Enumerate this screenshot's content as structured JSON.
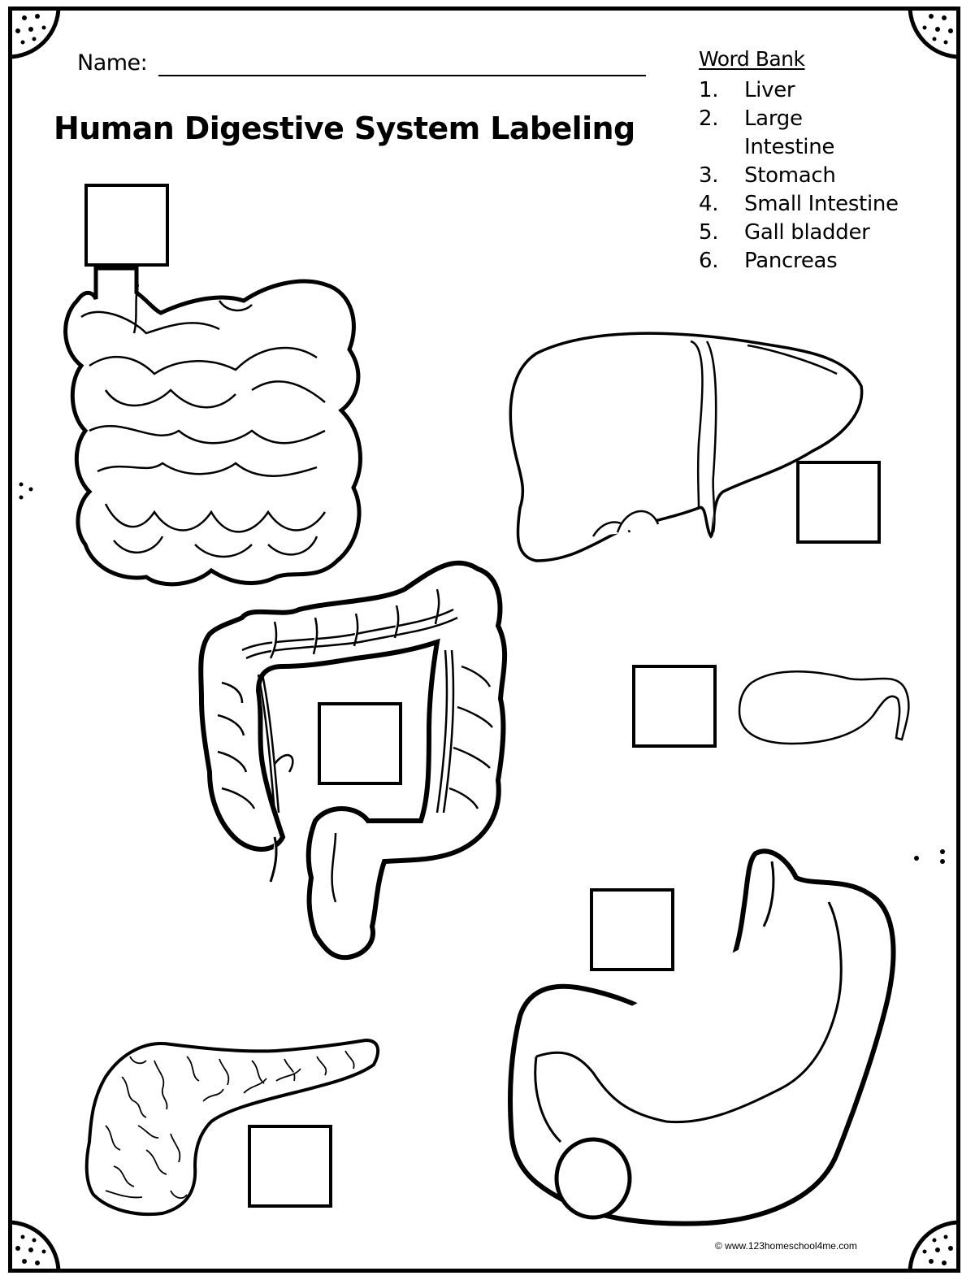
{
  "worksheet": {
    "name_label": "Name:",
    "title": "Human Digestive System Labeling",
    "word_bank": {
      "title": "Word Bank",
      "items": [
        {
          "num": "1.",
          "label": "Liver"
        },
        {
          "num": "2.",
          "label": "Large\nIntestine"
        },
        {
          "num": "3.",
          "label": "Stomach"
        },
        {
          "num": "4.",
          "label": "Small Intestine"
        },
        {
          "num": "5.",
          "label": "Gall bladder"
        },
        {
          "num": "6.",
          "label": "Pancreas"
        }
      ]
    },
    "copyright": "© www.123homeschool4me.com"
  },
  "colors": {
    "ink": "#000000",
    "paper": "#ffffff"
  },
  "illustrations": [
    "small-intestine",
    "liver",
    "large-intestine",
    "gall-bladder",
    "stomach",
    "pancreas"
  ]
}
